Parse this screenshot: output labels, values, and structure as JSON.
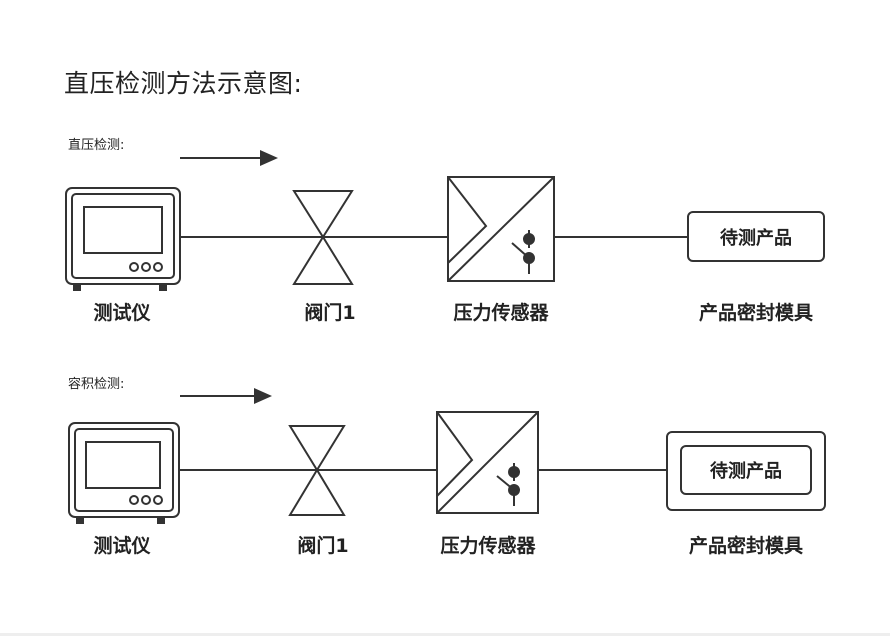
{
  "title": "直压检测方法示意图:",
  "colors": {
    "stroke": "#333333",
    "text": "#222222",
    "background": "#ffffff"
  },
  "sections": [
    {
      "label": "直压检测:",
      "components": {
        "tester": "测试仪",
        "valve": "阀门1",
        "sensor": "压力传感器",
        "product_box": "待测产品",
        "mold": "产品密封模具"
      }
    },
    {
      "label": "容积检测:",
      "components": {
        "tester": "测试仪",
        "valve": "阀门1",
        "sensor": "压力传感器",
        "product_box": "待测产品",
        "mold": "产品密封模具"
      }
    }
  ]
}
